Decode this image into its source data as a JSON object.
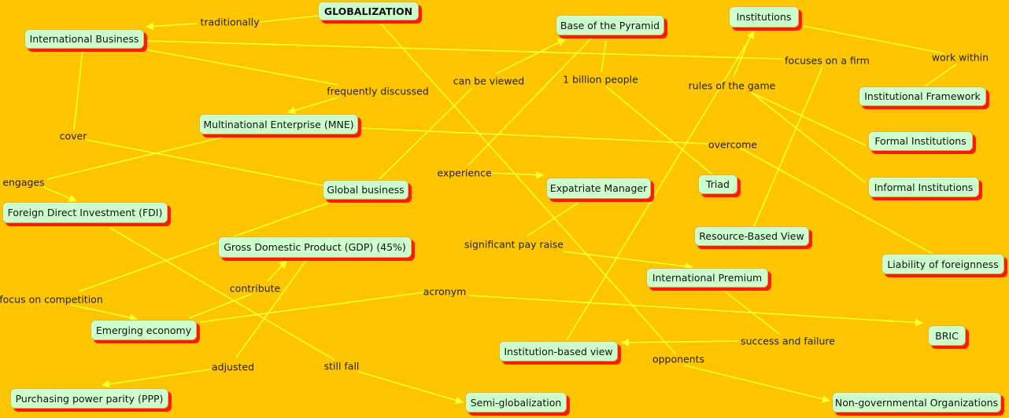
{
  "colors": {
    "background": "#ffc600",
    "node_fill": "#ccffcc",
    "node_shadow": "#ff1a00",
    "link": "#ffff33"
  },
  "nodes": {
    "globalization": "GLOBALIZATION",
    "international_business": "International Business",
    "multinational_enterprise": "Multinational Enterprise (MNE)",
    "foreign_direct_investment": "Foreign Direct Investment (FDI)",
    "global_business": "Global business",
    "gdp": "Gross Domestic Product (GDP) (45%)",
    "emerging_economy": "Emerging economy",
    "ppp": "Purchasing power parity (PPP)",
    "semi_globalization": "Semi-globalization",
    "base_of_pyramid": "Base of the Pyramid",
    "expatriate_manager": "Expatriate Manager",
    "international_premium": "International Premium",
    "institution_based_view": "Institution-based view",
    "triad": "Triad",
    "institutions": "Institutions",
    "institutional_framework": "Institutional Framework",
    "formal_institutions": "Formal Institutions",
    "informal_institutions": "Informal Institutions",
    "resource_based_view": "Resource-Based View",
    "liability_of_foreignness": "Liability of foreignness",
    "bric": "BRIC",
    "ngo": "Non-governmental Organizations"
  },
  "link_labels": {
    "traditionally": "traditionally",
    "frequently_discussed": "frequently discussed",
    "cover": "cover",
    "engages": "engages",
    "can_be_viewed": "can be viewed",
    "experience": "experience",
    "one_billion_people": "1 billion people",
    "significant_pay_raise": "significant pay raise",
    "focuses_on_a_firm": "focuses on a firm",
    "rules_of_the_game": "rules of the game",
    "work_within": "work within",
    "overcome": "overcome",
    "focus_on_competition": "focus on competition",
    "contribute": "contribute",
    "acronym": "acronym",
    "adjusted": "adjusted",
    "still_fall": "still fall",
    "opponents": "opponents",
    "success_and_failure": "success and failure"
  }
}
